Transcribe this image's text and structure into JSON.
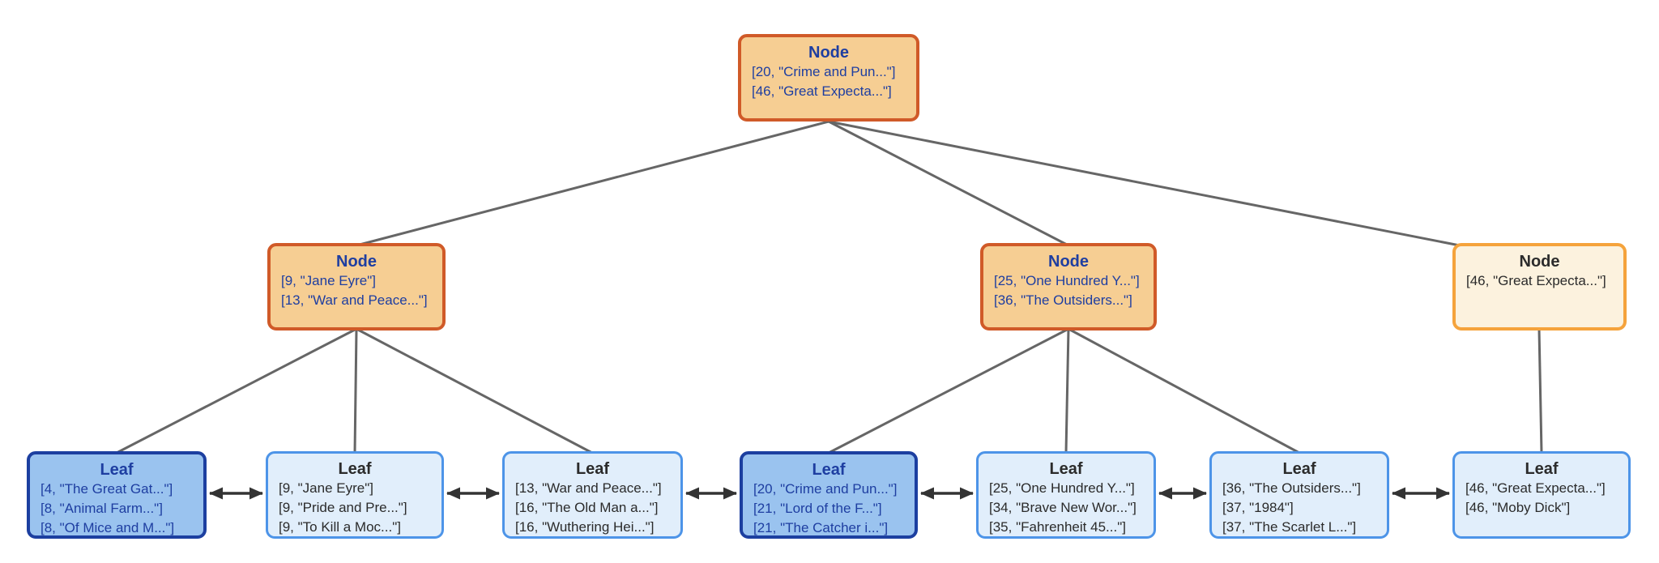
{
  "colors": {
    "background": "#ffffff",
    "node_fill": "#f6ce93",
    "node_border": "#d05a28",
    "node_text": "#1e3ea1",
    "node_alt_fill": "#fcf2de",
    "node_alt_border": "#f5a33c",
    "leaf_highlight_fill": "#9ac3ef",
    "leaf_highlight_border": "#1c3fa0",
    "leaf_fill": "#e1eefb",
    "leaf_border": "#4d94e8",
    "dark_text": "#2b2b2b",
    "edge": "#666666",
    "arrow": "#333333"
  },
  "tree": {
    "root": {
      "label": "Node",
      "entries": [
        "[20, \"Crime and Pun...\"]",
        "[46, \"Great Expecta...\"]"
      ]
    },
    "internal": [
      {
        "label": "Node",
        "entries": [
          "[9, \"Jane Eyre\"]",
          "[13, \"War and Peace...\"]"
        ]
      },
      {
        "label": "Node",
        "entries": [
          "[25, \"One Hundred Y...\"]",
          "[36, \"The Outsiders...\"]"
        ]
      },
      {
        "label": "Node",
        "entries": [
          "[46, \"Great Expecta...\"]"
        ]
      }
    ],
    "leaves": [
      {
        "label": "Leaf",
        "highlighted": true,
        "entries": [
          "[4, \"The Great Gat...\"]",
          "[8, \"Animal Farm...\"]",
          "[8, \"Of Mice and M...\"]"
        ]
      },
      {
        "label": "Leaf",
        "highlighted": false,
        "entries": [
          "[9, \"Jane Eyre\"]",
          "[9, \"Pride and Pre...\"]",
          "[9, \"To Kill a Moc...\"]"
        ]
      },
      {
        "label": "Leaf",
        "highlighted": false,
        "entries": [
          "[13, \"War and Peace...\"]",
          "[16, \"The Old Man a...\"]",
          "[16, \"Wuthering Hei...\"]"
        ]
      },
      {
        "label": "Leaf",
        "highlighted": true,
        "entries": [
          "[20, \"Crime and Pun...\"]",
          "[21, \"Lord of the F...\"]",
          "[21, \"The Catcher i...\"]"
        ]
      },
      {
        "label": "Leaf",
        "highlighted": false,
        "entries": [
          "[25, \"One Hundred Y...\"]",
          "[34, \"Brave New Wor...\"]",
          "[35, \"Fahrenheit 45...\"]"
        ]
      },
      {
        "label": "Leaf",
        "highlighted": false,
        "entries": [
          "[36, \"The Outsiders...\"]",
          "[37, \"1984\"]",
          "[37, \"The Scarlet L...\"]"
        ]
      },
      {
        "label": "Leaf",
        "highlighted": false,
        "entries": [
          "[46, \"Great Expecta...\"]",
          "[46, \"Moby Dick\"]"
        ]
      }
    ]
  }
}
